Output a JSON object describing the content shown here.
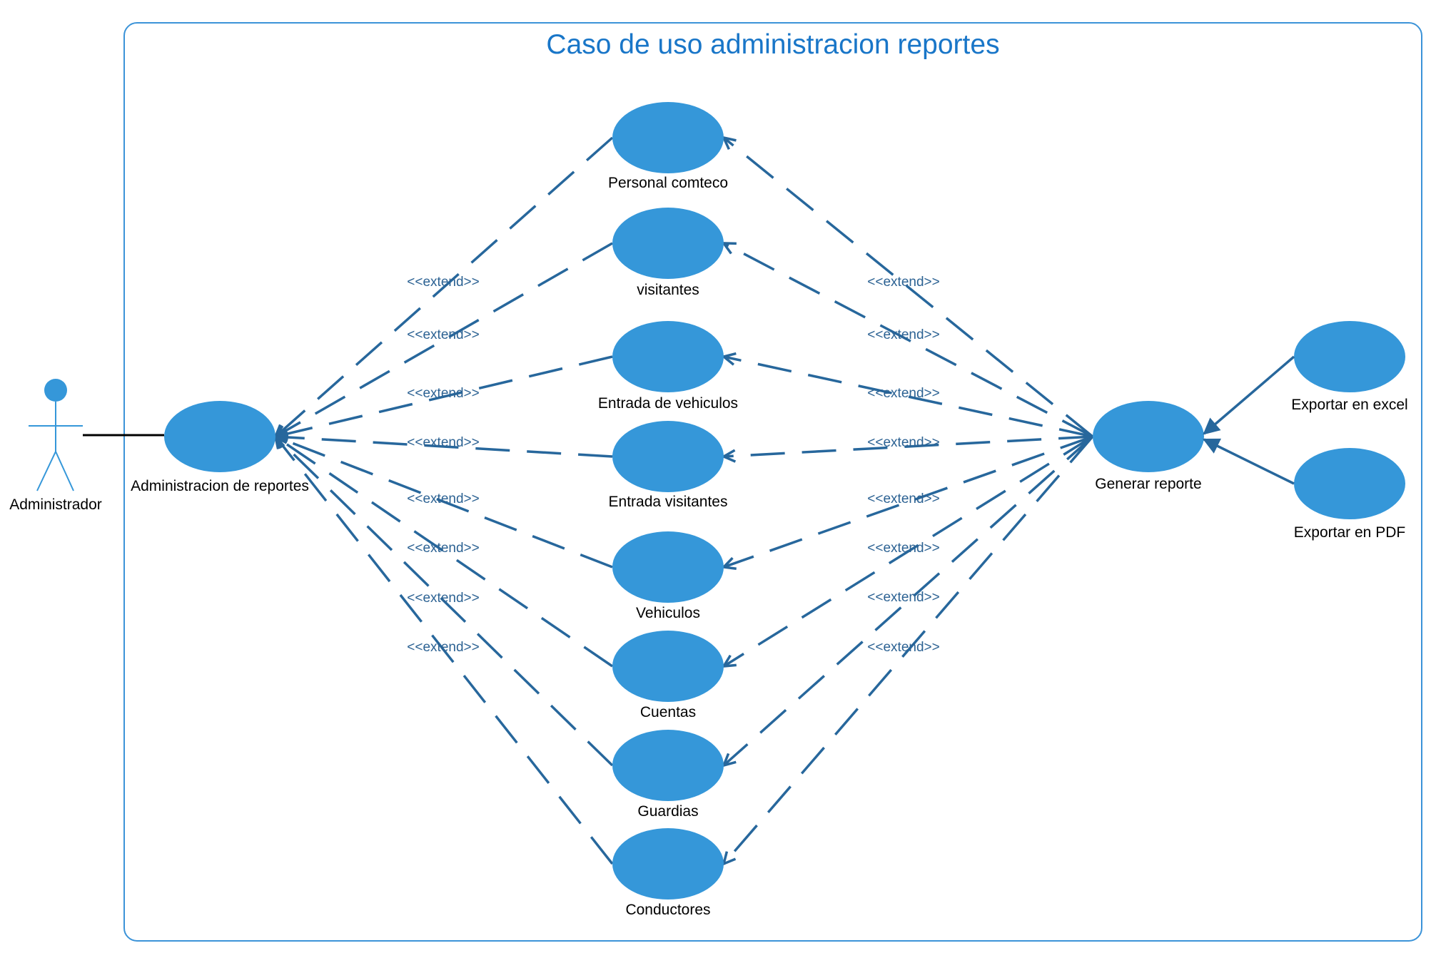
{
  "diagram": {
    "title": "Caso de uso administracion reportes",
    "actor": {
      "name": "Administrador"
    },
    "main_use_case": "Administracion de reportes",
    "generate_use_case": "Generar reporte",
    "extend_label": "<<extend>>",
    "report_use_cases": [
      "Personal comteco",
      "visitantes",
      "Entrada de vehiculos",
      "Entrada visitantes",
      "Vehiculos",
      "Cuentas",
      "Guardias",
      "Conductores"
    ],
    "export_use_cases": [
      "Exportar en excel",
      "Exportar en PDF"
    ],
    "colors": {
      "title": "#1976c8",
      "boundary": "#3b93d8",
      "use_case_fill": "#3597d9",
      "relation_line": "#27679c"
    }
  }
}
